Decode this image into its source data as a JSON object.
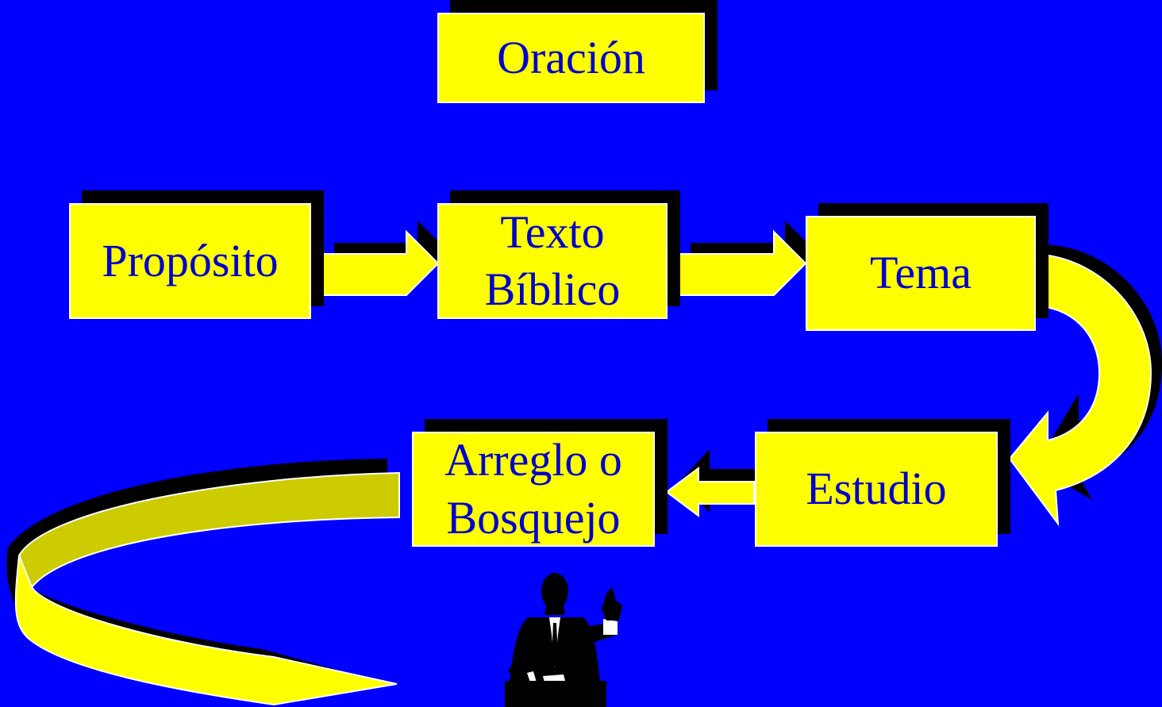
{
  "colors": {
    "background": "#0000FF",
    "box_fill": "#FFFF00",
    "box_text": "#0000CC",
    "box_border": "#FFFFFF",
    "shadow": "#000000",
    "ribbon_inner": "#CCCC00"
  },
  "nodes": {
    "oracion": "Oración",
    "proposito": "Propósito",
    "texto_biblico": "Texto\nBíblico",
    "tema": "Tema",
    "estudio": "Estudio",
    "arreglo": "Arreglo o\nBosquejo"
  },
  "edges": [
    {
      "from": "proposito",
      "to": "texto_biblico"
    },
    {
      "from": "texto_biblico",
      "to": "tema"
    },
    {
      "from": "tema",
      "to": "estudio"
    },
    {
      "from": "estudio",
      "to": "arreglo"
    },
    {
      "from": "arreglo",
      "to": "preacher"
    }
  ],
  "illustration": {
    "icon": "preacher-at-pulpit-icon"
  }
}
